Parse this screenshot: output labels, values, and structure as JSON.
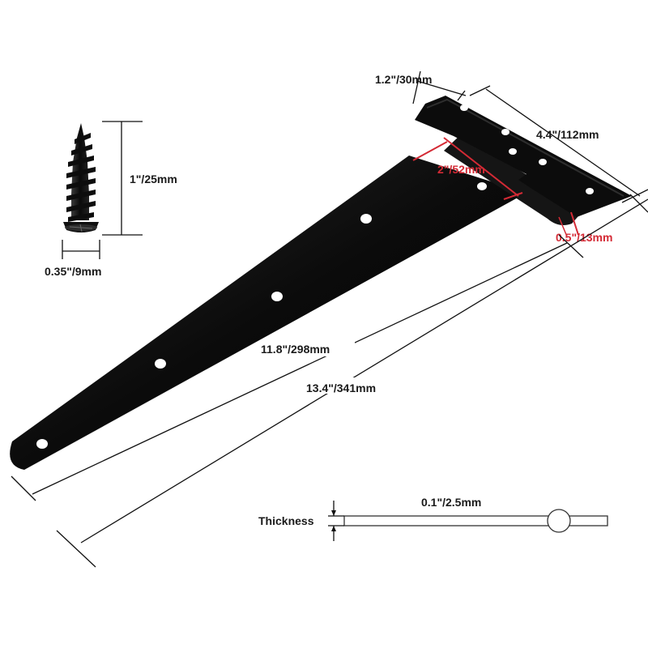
{
  "labels": {
    "screw_length": "1\"/25mm",
    "screw_head_width": "0.35\"/9mm",
    "leaf_width": "1.2\"/30mm",
    "leaf_length": "4.4\"/112mm",
    "strap_base_width": "2\"/52mm",
    "knuckle_offset": "0.5\"/13mm",
    "strap_length": "11.8\"/298mm",
    "total_length": "13.4\"/341mm",
    "thickness_title": "Thickness",
    "thickness_value": "0.1\"/2.5mm"
  },
  "colors": {
    "hinge": "#0b0b0b",
    "accent_red": "#d42a35",
    "line": "#111111"
  }
}
